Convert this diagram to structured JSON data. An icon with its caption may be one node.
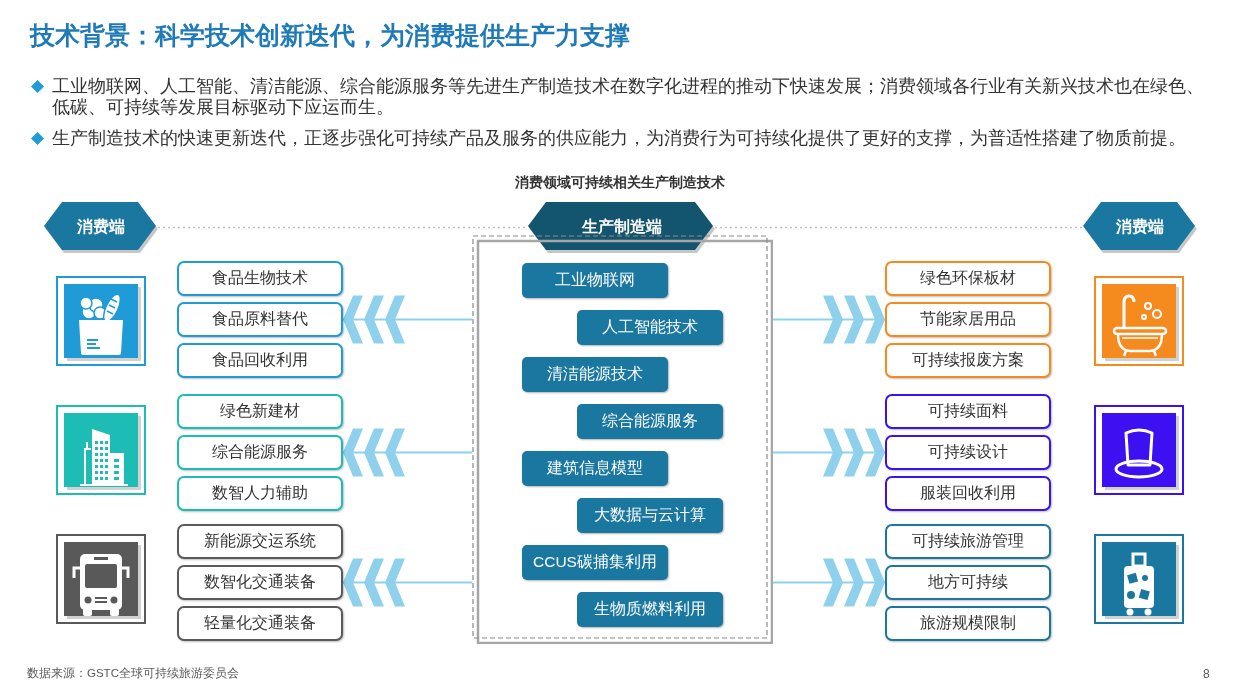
{
  "diagram": {
    "title": "技术背景：科学技术创新迭代，为消费提供生产力支撑",
    "nodes": [
      {
        "text": [
          "消费端"
        ]
      },
      {
        "text": [
          "生产制造端"
        ]
      },
      {
        "text": [
          "消费端"
        ]
      },
      {
        "text": [
          "食品生物技术"
        ]
      },
      {
        "text": [
          "食品原料替代"
        ]
      },
      {
        "text": [
          "食品回收利用"
        ]
      },
      {
        "text": [
          "绿色新建材"
        ]
      },
      {
        "text": [
          "综合能源服务"
        ]
      },
      {
        "text": [
          "数智人力辅助"
        ]
      },
      {
        "text": [
          "新能源交运系统"
        ]
      },
      {
        "text": [
          "数智化交通装备"
        ]
      },
      {
        "text": [
          "轻量化交通装备"
        ]
      },
      {
        "text": [],
        "shape": "box"
      },
      {
        "text": [
          "工业物联网"
        ],
        "in": 12
      },
      {
        "text": [
          "人工智能技术"
        ],
        "in": 12
      },
      {
        "text": [
          "清洁能源技术"
        ],
        "in": 12
      },
      {
        "text": [
          "综合能源服务"
        ],
        "in": 12
      },
      {
        "text": [
          "建筑信息模型"
        ],
        "in": 12
      },
      {
        "text": [
          "大数据与云计算"
        ],
        "in": 12
      },
      {
        "text": [
          "CCUS碳捕集利用"
        ],
        "in": 12
      },
      {
        "text": [
          "生物质燃料利用"
        ],
        "in": 12
      },
      {
        "text": [
          "绿色环保板材"
        ]
      },
      {
        "text": [
          "节能家居用品"
        ]
      },
      {
        "text": [
          "可持续报废方案"
        ]
      },
      {
        "text": [
          "可持续面料"
        ]
      },
      {
        "text": [
          "可持续设计"
        ]
      },
      {
        "text": [
          "服装回收利用"
        ]
      },
      {
        "text": [
          "可持续旅游管理"
        ]
      },
      {
        "text": [
          "地方可持续"
        ]
      },
      {
        "text": [
          "旅游规模限制"
        ]
      }
    ],
    "edges": [
      {
        "from": 0,
        "to": 1,
        "arrow": "none",
        "style": "dashed",
        "color": "#bfbfbf"
      },
      {
        "from": 1,
        "to": 2,
        "arrow": "none",
        "style": "dashed",
        "color": "#bfbfbf"
      },
      {
        "from": 12,
        "to": 4,
        "arrow": "to"
      },
      {
        "from": 12,
        "to": 7,
        "arrow": "to"
      },
      {
        "from": 12,
        "to": 10,
        "arrow": "to"
      },
      {
        "from": 12,
        "to": 22,
        "arrow": "to"
      },
      {
        "from": 12,
        "to": 25,
        "arrow": "to"
      },
      {
        "from": 12,
        "to": 28,
        "arrow": "to"
      }
    ],
    "labels": [
      "工业物联网、人工智能、清洁能源、综合能源服务等先进生产制造技术在数字化进程的推动下快速发展；消费领域各行业有关新兴技术也在绿色、低碳、可持续等发展目标驱动下应运而生。",
      "生产制造技术的快速更新迭代，正逐步强化可持续产品及服务的供应能力，为消费行为可持续化提供了更好的支撑，为普适性搭建了物质前提。",
      "消费领域可持续相关生产制造技术",
      "数据来源：GSTC全球可持续旅游委员会",
      "8"
    ]
  }
}
